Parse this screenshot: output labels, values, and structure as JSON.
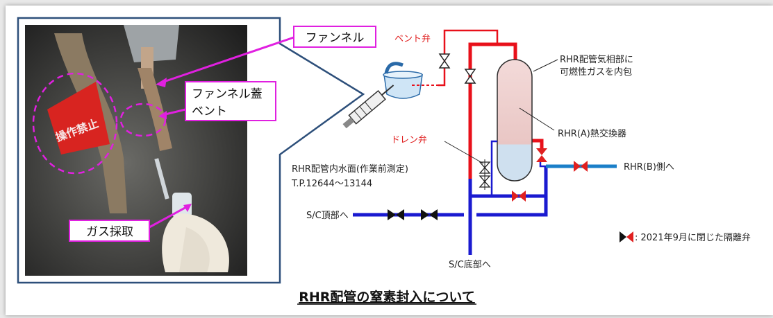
{
  "callouts": {
    "funnel": "ファンネル",
    "funnel_lid_line1": "ファンネル蓋",
    "funnel_lid_line2": "ベント",
    "gas_sampling": "ガス採取"
  },
  "diagram": {
    "vent_valve": "ベント弁",
    "drain_valve": "ドレン弁",
    "gas_note_line1": "RHR配管気相部に",
    "gas_note_line2": "可燃性ガスを内包",
    "heat_exchanger": "RHR(A)熱交換器",
    "water_level_line1": "RHR配管内水面(作業前測定)",
    "water_level_line2": "T.P.12644～13144",
    "to_b_side": "RHR(B)側へ",
    "to_sc_top": "S/C頂部へ",
    "to_sc_bottom": "S/C底部へ",
    "legend": ": 2021年9月に閉じた隔離弁"
  },
  "photo_sign_text": "操作禁止",
  "title": "RHR配管の窒素封入について",
  "colors": {
    "gas_pipe": "#e8101a",
    "water_pipe": "#1a1ad0",
    "blue_pipe": "#1a7fc8",
    "callout": "#e020e0",
    "closed_valve": "#e02020"
  }
}
